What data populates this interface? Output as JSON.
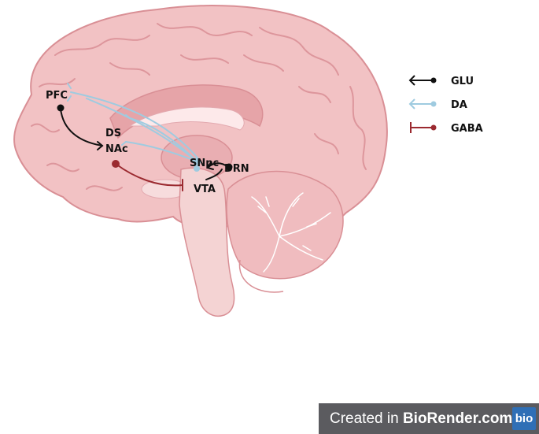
{
  "regions": {
    "pfc": "PFC",
    "ds": "DS",
    "nac": "NAc",
    "snpc": "SNpc",
    "drn": "DRN",
    "vta": "VTA"
  },
  "legend": [
    {
      "label": "GLU",
      "color": "#111111"
    },
    {
      "label": "DA",
      "color": "#9fcbe0"
    },
    {
      "label": "GABA",
      "color": "#9b2a30"
    }
  ],
  "credit": {
    "prefix": "Created in ",
    "brand": "BioRender.com",
    "logo": "bio"
  },
  "colors": {
    "brain": "#f2c2c4",
    "brain_dark": "#e6a4a8",
    "brain_line": "#d98f95",
    "stem": "#f4d3d3",
    "ventricle": "#fde9ea"
  }
}
